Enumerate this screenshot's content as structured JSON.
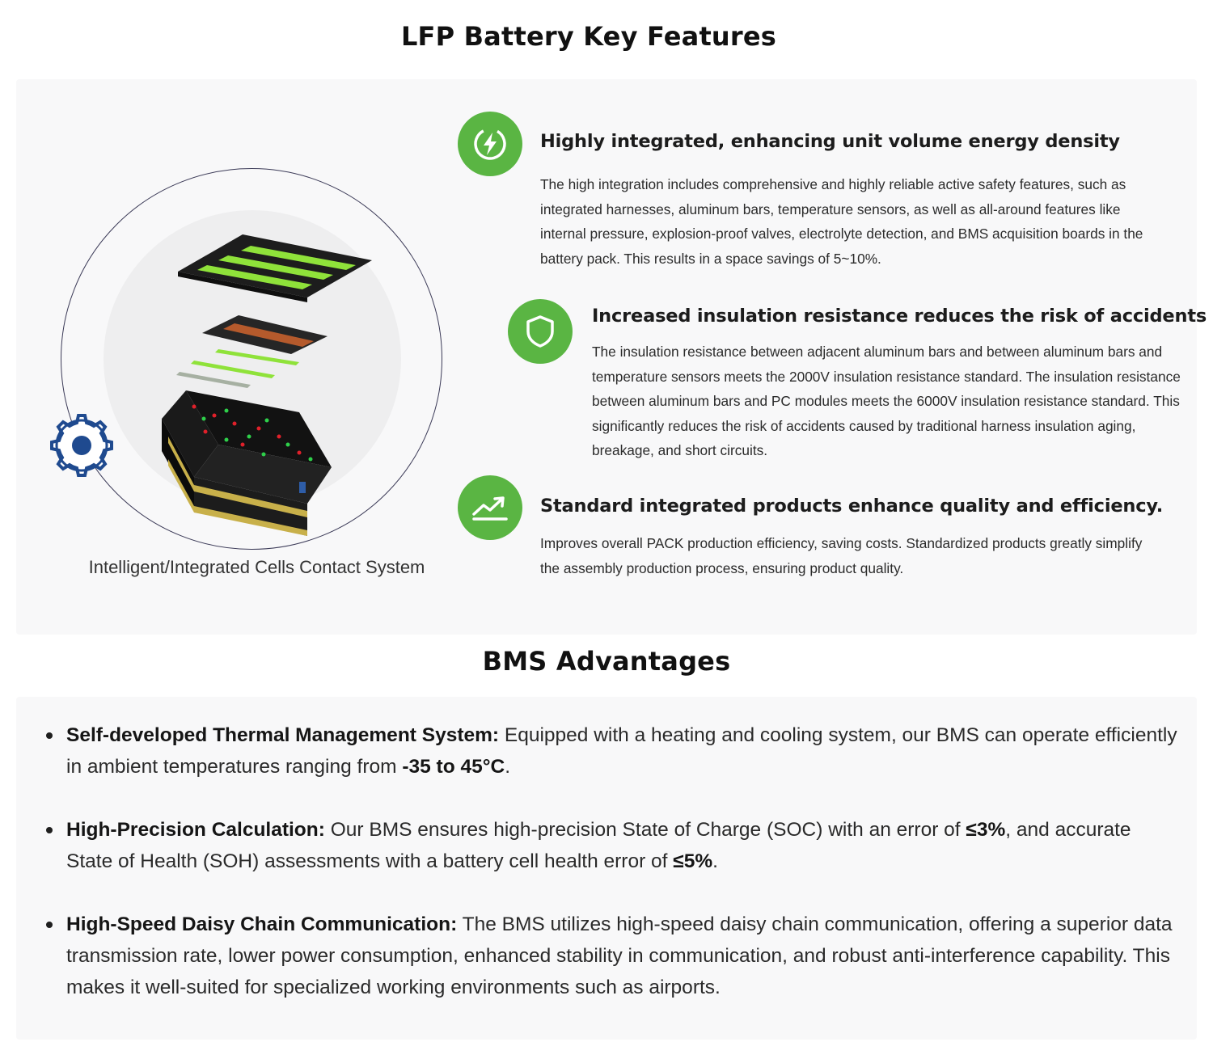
{
  "key_features": {
    "title": "LFP Battery Key Features",
    "caption": "Intelligent/Integrated Cells Contact System",
    "accent_color": "#5ab543",
    "gear_color": "#1f4a8f",
    "features": [
      {
        "icon": "lightning-icon",
        "title": "Highly integrated, enhancing unit volume energy density",
        "body": "The high integration includes comprehensive and highly reliable active safety features, such as integrated harnesses, aluminum bars, temperature sensors, as well as all-around features like internal pressure, explosion-proof valves, electrolyte detection, and BMS acquisition boards in the battery pack. This results in a space savings of 5~10%."
      },
      {
        "icon": "shield-icon",
        "title": "Increased insulation resistance reduces the risk of accidents",
        "body": "The insulation resistance between adjacent aluminum bars and between aluminum bars and temperature sensors meets the 2000V insulation resistance standard. The insulation resistance between aluminum bars and PC modules meets the 6000V insulation resistance standard. This significantly reduces the risk of accidents caused by traditional harness insulation aging, breakage, and short circuits."
      },
      {
        "icon": "trend-up-icon",
        "title": "Standard integrated products enhance quality and efficiency.",
        "body": "Improves overall PACK production efficiency, saving costs. Standardized products greatly simplify the assembly production process, ensuring product quality."
      }
    ]
  },
  "bms": {
    "title": "BMS Advantages",
    "items": [
      {
        "label": "Self-developed Thermal Management System:",
        "text_1": " Equipped with a heating and cooling system, our BMS can operate efficiently in ambient temperatures ranging from ",
        "emph_1": "-35 to 45°C",
        "text_2": ".",
        "emph_2": "",
        "text_3": ""
      },
      {
        "label": "High-Precision Calculation:",
        "text_1": " Our BMS ensures high-precision State of Charge (SOC) with an error of ",
        "emph_1": "≤3%",
        "text_2": ", and accurate State of Health (SOH) assessments with a battery cell health error of ",
        "emph_2": "≤5%",
        "text_3": "."
      },
      {
        "label": "High-Speed Daisy Chain Communication:",
        "text_1": " The BMS utilizes high-speed daisy chain communication, offering a superior data transmission rate, lower power consumption, enhanced stability in communication, and robust anti-interference capability. This makes it well-suited for specialized working environments such as airports.",
        "emph_1": "",
        "text_2": "",
        "emph_2": "",
        "text_3": ""
      }
    ]
  }
}
